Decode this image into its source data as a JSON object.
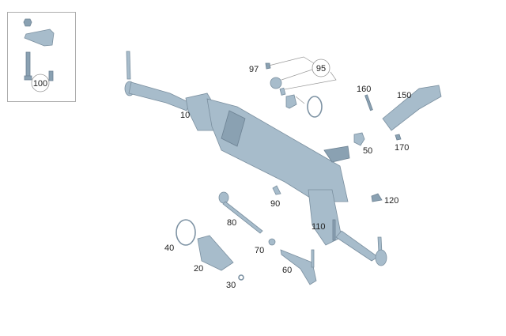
{
  "diagram": {
    "callouts": [
      {
        "id": "10",
        "label": "10"
      },
      {
        "id": "20",
        "label": "20"
      },
      {
        "id": "30",
        "label": "30"
      },
      {
        "id": "40",
        "label": "40"
      },
      {
        "id": "50",
        "label": "50"
      },
      {
        "id": "60",
        "label": "60"
      },
      {
        "id": "70",
        "label": "70"
      },
      {
        "id": "80",
        "label": "80"
      },
      {
        "id": "90",
        "label": "90"
      },
      {
        "id": "95",
        "label": "95"
      },
      {
        "id": "97",
        "label": "97"
      },
      {
        "id": "100",
        "label": "100"
      },
      {
        "id": "110",
        "label": "110"
      },
      {
        "id": "120",
        "label": "120"
      },
      {
        "id": "150",
        "label": "150"
      },
      {
        "id": "160",
        "label": "160"
      },
      {
        "id": "170",
        "label": "170"
      }
    ],
    "colors": {
      "part": "#a7bccb",
      "outline": "#7a8f9f",
      "leader": "#999999"
    }
  }
}
